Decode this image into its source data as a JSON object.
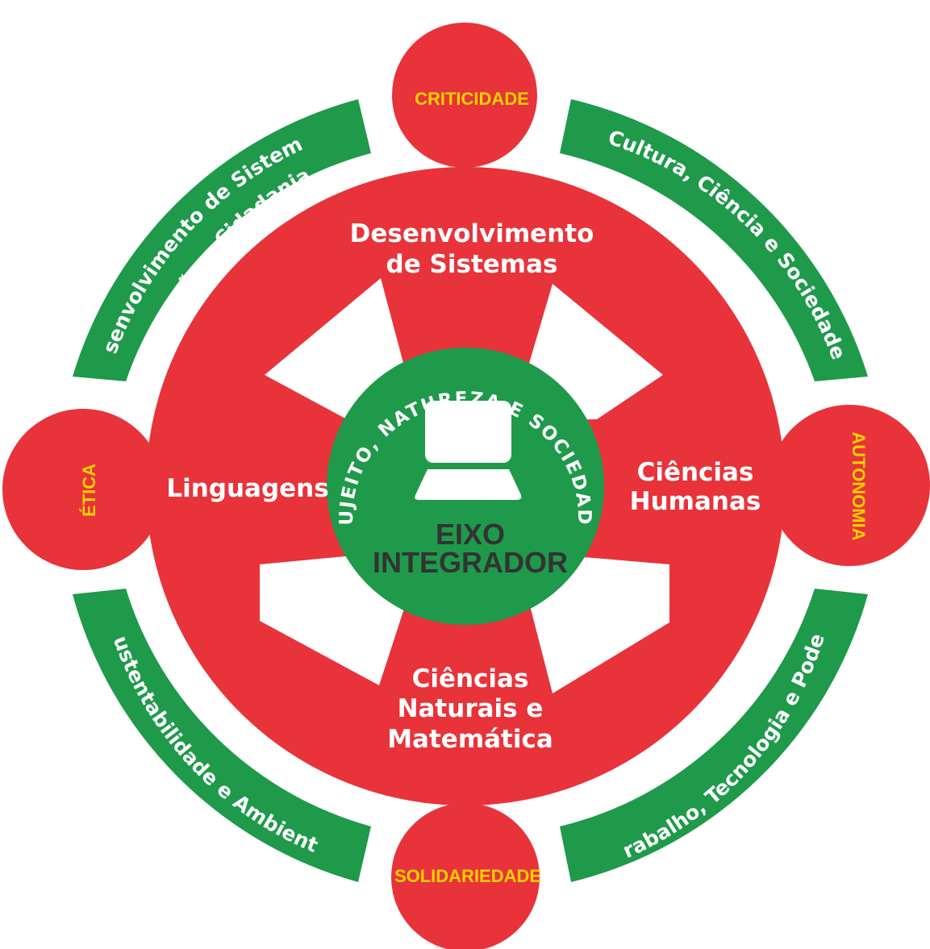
{
  "colors": {
    "red": "#e8333a",
    "green": "#1e9a4a",
    "yellow": "#ffd200",
    "white": "#ffffff",
    "dark_text": "#333333"
  },
  "hub": {
    "arc_text": "SUJEITO, NATUREZA E SOCIEDADE",
    "title_line1": "EIXO",
    "title_line2": "INTEGRADOR",
    "icon": "laptop-icon"
  },
  "sectors": {
    "top_line1": "Desenvolvimento",
    "top_line2": "de Sistemas",
    "left": "Linguagens",
    "right_line1": "Ciências",
    "right_line2": "Humanas",
    "bottom_line1": "Ciências",
    "bottom_line2": "Naturais e",
    "bottom_line3": "Matemática"
  },
  "values": {
    "top": "CRITICIDADE",
    "left": "ÉTICA",
    "right": "AUTONOMIA",
    "bottom": "SOLIDARIEDADE"
  },
  "themes": {
    "top_left_line1": "Desenvolvimento de Sistemas,",
    "top_left_line2": "Inclusão e Cidadania",
    "top_right": "Cultura, Ciência e Sociedade",
    "bottom_left": "Sustentabilidade e Ambiente",
    "bottom_right": "Trabalho, Tecnologia e Poder"
  }
}
